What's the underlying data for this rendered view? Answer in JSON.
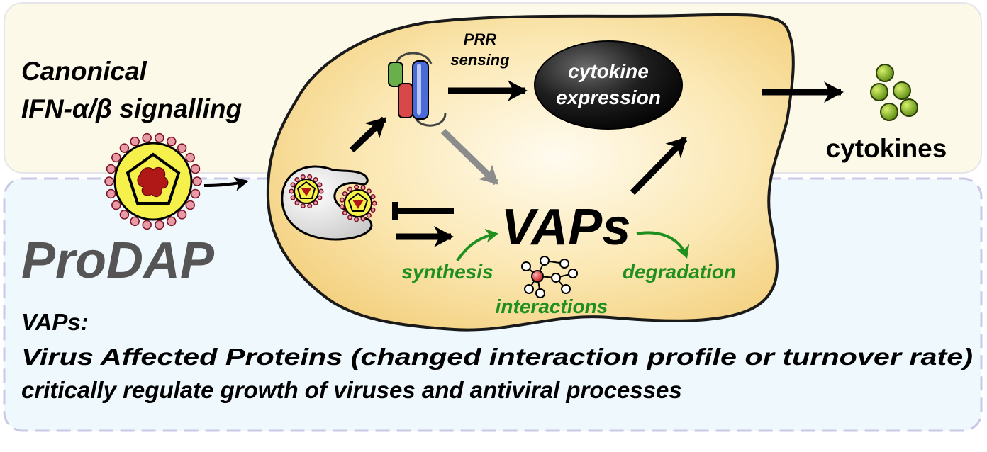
{
  "panels": {
    "top_label_line1": "Canonical",
    "top_label_line2": "IFN-α/β signalling",
    "bottom_title": "ProDAP"
  },
  "cell": {
    "prr_label_line1": "PRR",
    "prr_label_line2": "sensing",
    "cytokine_line1": "cytokine",
    "cytokine_line2": "expression",
    "vaps_label": "VAPs",
    "synthesis_label": "synthesis",
    "degradation_label": "degradation",
    "interactions_label": "interactions"
  },
  "outputs": {
    "cytokines_label": "cytokines"
  },
  "footnote": {
    "line1": "VAPs:",
    "line2": "Virus Affected Proteins (changed interaction profile or turnover rate)",
    "line3": "critically regulate growth of viruses and antiviral processes"
  },
  "colors": {
    "top_panel_fill": "#fdf9e8",
    "bottom_panel_fill": "#eef8fd",
    "bottom_panel_border": "#c9c9e6",
    "cell_fill": "#f8de98",
    "green_label": "#1f8f1f",
    "prodap_gray": "#555555",
    "virus_red": "#b01818",
    "virus_yellow": "#f5f04a",
    "cytokine_green": "#6a9a1a"
  }
}
